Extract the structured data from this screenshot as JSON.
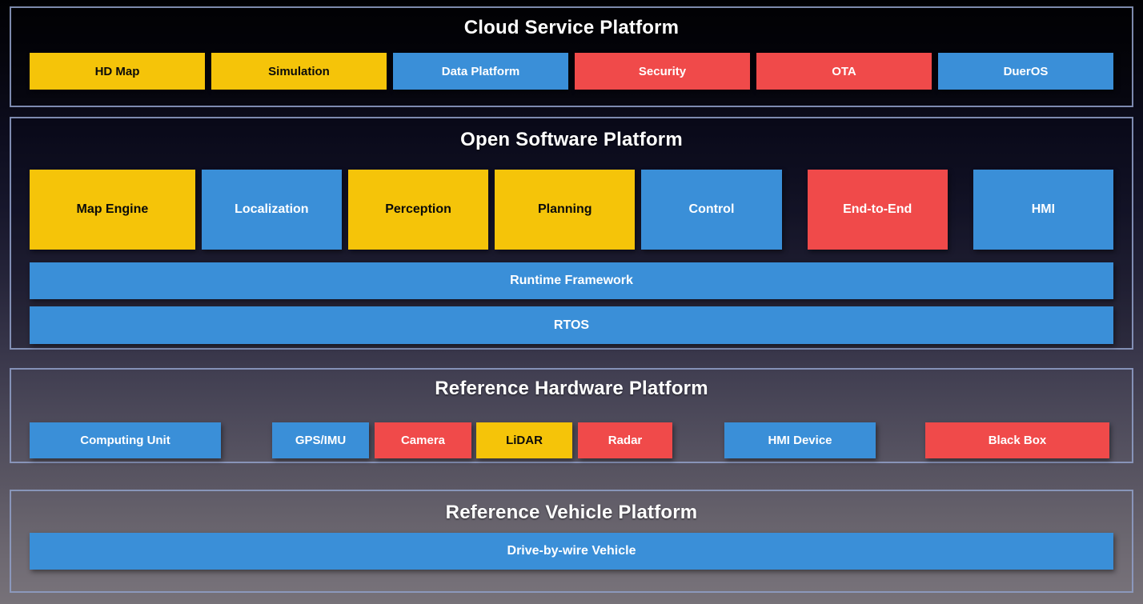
{
  "palette": {
    "yellow": "#F5C409",
    "blue": "#3A8FD8",
    "red": "#F04A4A",
    "section_border": "#8E9DC5",
    "title_color": "#FFFFFF"
  },
  "cloud_platform": {
    "title": "Cloud Service Platform",
    "boxes": [
      {
        "label": "HD Map",
        "color": "yellow"
      },
      {
        "label": "Simulation",
        "color": "yellow"
      },
      {
        "label": "Data Platform",
        "color": "blue"
      },
      {
        "label": "Security",
        "color": "red"
      },
      {
        "label": "OTA",
        "color": "red"
      },
      {
        "label": "DuerOS",
        "color": "blue"
      }
    ]
  },
  "software_platform": {
    "title": "Open Software Platform",
    "modules": [
      {
        "label": "Map Engine",
        "color": "yellow"
      },
      {
        "label": "Localization",
        "color": "blue"
      },
      {
        "label": "Perception",
        "color": "yellow"
      },
      {
        "label": "Planning",
        "color": "yellow"
      },
      {
        "label": "Control",
        "color": "blue"
      },
      {
        "label": "End-to-End",
        "color": "red"
      },
      {
        "label": "HMI",
        "color": "blue"
      }
    ],
    "runtime_bar": {
      "label": "Runtime Framework",
      "color": "blue"
    },
    "rtos_bar": {
      "label": "RTOS",
      "color": "blue"
    }
  },
  "hardware_platform": {
    "title": "Reference Hardware Platform",
    "boxes": [
      {
        "label": "Computing Unit",
        "color": "blue"
      },
      {
        "label": "GPS/IMU",
        "color": "blue"
      },
      {
        "label": "Camera",
        "color": "red"
      },
      {
        "label": "LiDAR",
        "color": "yellow"
      },
      {
        "label": "Radar",
        "color": "red"
      },
      {
        "label": "HMI Device",
        "color": "blue"
      },
      {
        "label": "Black Box",
        "color": "red"
      }
    ]
  },
  "vehicle_platform": {
    "title": "Reference Vehicle Platform",
    "bar": {
      "label": "Drive-by-wire Vehicle",
      "color": "blue"
    }
  }
}
